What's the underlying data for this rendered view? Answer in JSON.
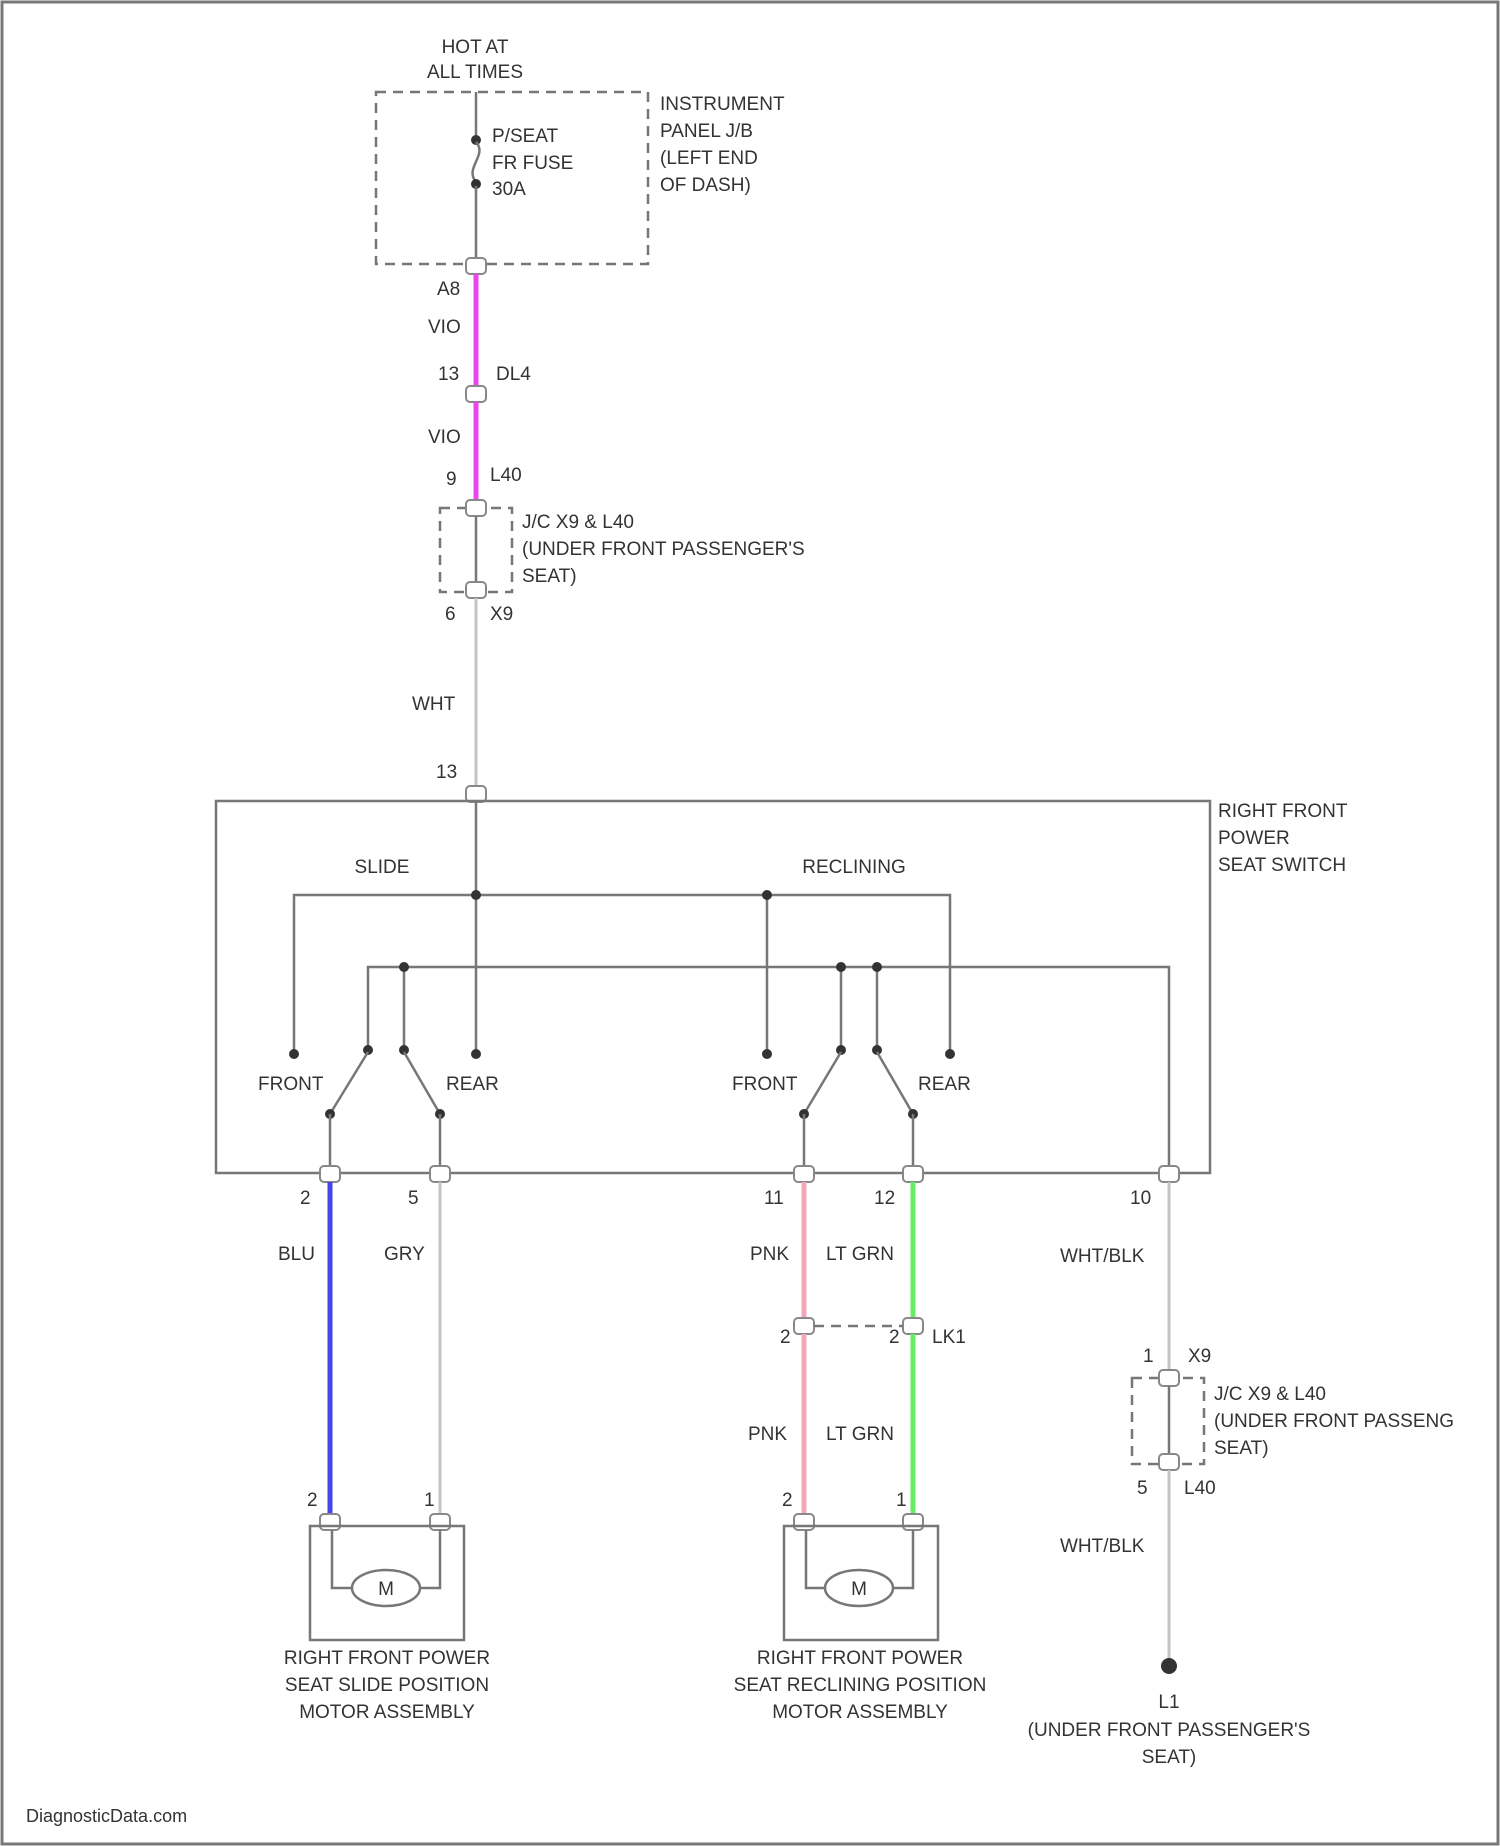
{
  "power_source": {
    "line1": "HOT AT",
    "line2": "ALL TIMES"
  },
  "fuse": {
    "line1": "P/SEAT",
    "line2": "FR FUSE",
    "line3": "30A"
  },
  "junction_block": {
    "line1": "INSTRUMENT",
    "line2": "PANEL J/B",
    "line3": "(LEFT END",
    "line4": "OF DASH)"
  },
  "wire_colors": {
    "violet": "#ee44ee",
    "blue": "#4444ee",
    "pink": "#f2a8b8",
    "lt_green": "#66ee66",
    "gray": "#c4c4c4",
    "dark": "#777777"
  },
  "top_circuit": {
    "pin_a8": "A8",
    "wire1": "VIO",
    "pin_13": "13",
    "connector_dl4": "DL4",
    "wire2": "VIO",
    "pin_9": "9",
    "connector_l40": "L40",
    "jc_top": {
      "line1": "J/C X9 & L40",
      "line2": "(UNDER FRONT PASSENGER'S",
      "line3": "SEAT)"
    },
    "pin_6": "6",
    "connector_x9": "X9",
    "wire3": "WHT",
    "switch_pin_13": "13"
  },
  "seat_switch": {
    "name": {
      "line1": "RIGHT FRONT",
      "line2": "POWER",
      "line3": "SEAT SWITCH"
    },
    "slide_label": "SLIDE",
    "reclining_label": "RECLINING",
    "slide_front": "FRONT",
    "slide_rear": "REAR",
    "recl_front": "FRONT",
    "recl_rear": "REAR",
    "pins": {
      "p2": "2",
      "p5": "5",
      "p11": "11",
      "p12": "12",
      "p10": "10"
    }
  },
  "slide_motor": {
    "wire_a": "BLU",
    "wire_b": "GRY",
    "pin_2": "2",
    "pin_1": "1",
    "motor_symbol": "M",
    "name": {
      "line1": "RIGHT FRONT POWER",
      "line2": "SEAT SLIDE POSITION",
      "line3": "MOTOR ASSEMBLY"
    }
  },
  "reclining_motor": {
    "wire_a": "PNK",
    "wire_b": "LT GRN",
    "inline_pin_2a": "2",
    "inline_pin_2b": "2",
    "inline_connector": "LK1",
    "wire_a2": "PNK",
    "wire_b2": "LT GRN",
    "pin_2": "2",
    "pin_1": "1",
    "motor_symbol": "M",
    "name": {
      "line1": "RIGHT FRONT POWER",
      "line2": "SEAT RECLINING POSITION",
      "line3": "MOTOR ASSEMBLY"
    }
  },
  "ground_circuit": {
    "wire1": "WHT/BLK",
    "pin_1": "1",
    "connector_x9": "X9",
    "jc_bottom": {
      "line1": "J/C X9 & L40",
      "line2": "(UNDER FRONT PASSENG",
      "line3": "SEAT)"
    },
    "pin_5": "5",
    "connector_l40": "L40",
    "wire2": "WHT/BLK",
    "ground_id": "L1",
    "ground_loc": {
      "line1": "(UNDER FRONT PASSENGER'S",
      "line2": "SEAT)"
    }
  },
  "watermark": "DiagnosticData.com"
}
